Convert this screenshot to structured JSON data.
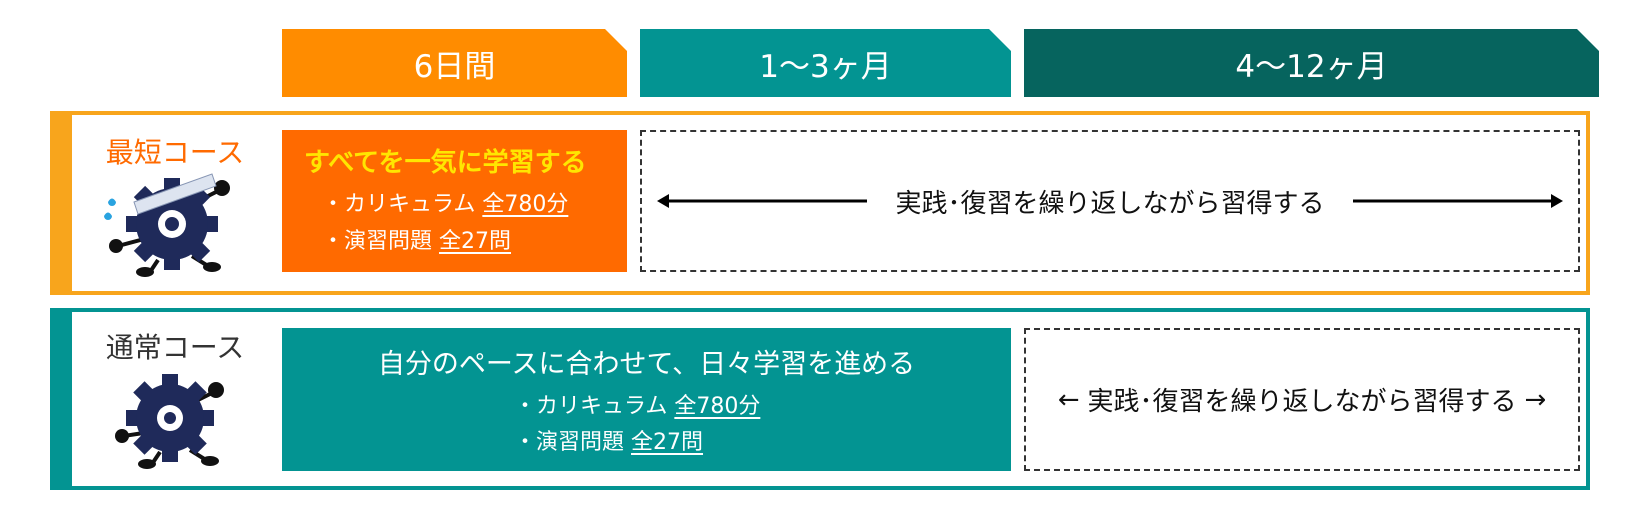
{
  "timeline": {
    "period1": "6日間",
    "period2": "1〜3ヶ月",
    "period3": "4〜12ヶ月"
  },
  "short_course": {
    "title": "最短コース",
    "headline": "すべてを一気に学習する",
    "curriculum_label": "・カリキュラム",
    "curriculum_value": "全780分",
    "exercise_label": "・演習問題",
    "exercise_value": "全27問",
    "practice": "実践･復習を繰り返しながら習得する"
  },
  "normal_course": {
    "title": "通常コース",
    "headline": "自分のペースに合わせて、日々学習を進める",
    "curriculum_label": "・カリキュラム",
    "curriculum_value": "全780分",
    "exercise_label": "・演習問題",
    "exercise_value": "全27問",
    "practice": "実践･復習を繰り返しながら習得する"
  },
  "colors": {
    "orange_header": "#ff8c00",
    "orange_block": "#ff6a00",
    "orange_border": "#f8a51c",
    "teal": "#039492",
    "dark_teal": "#06645e",
    "highlight_text": "#ffe600",
    "gear": "#1f2a5a"
  }
}
